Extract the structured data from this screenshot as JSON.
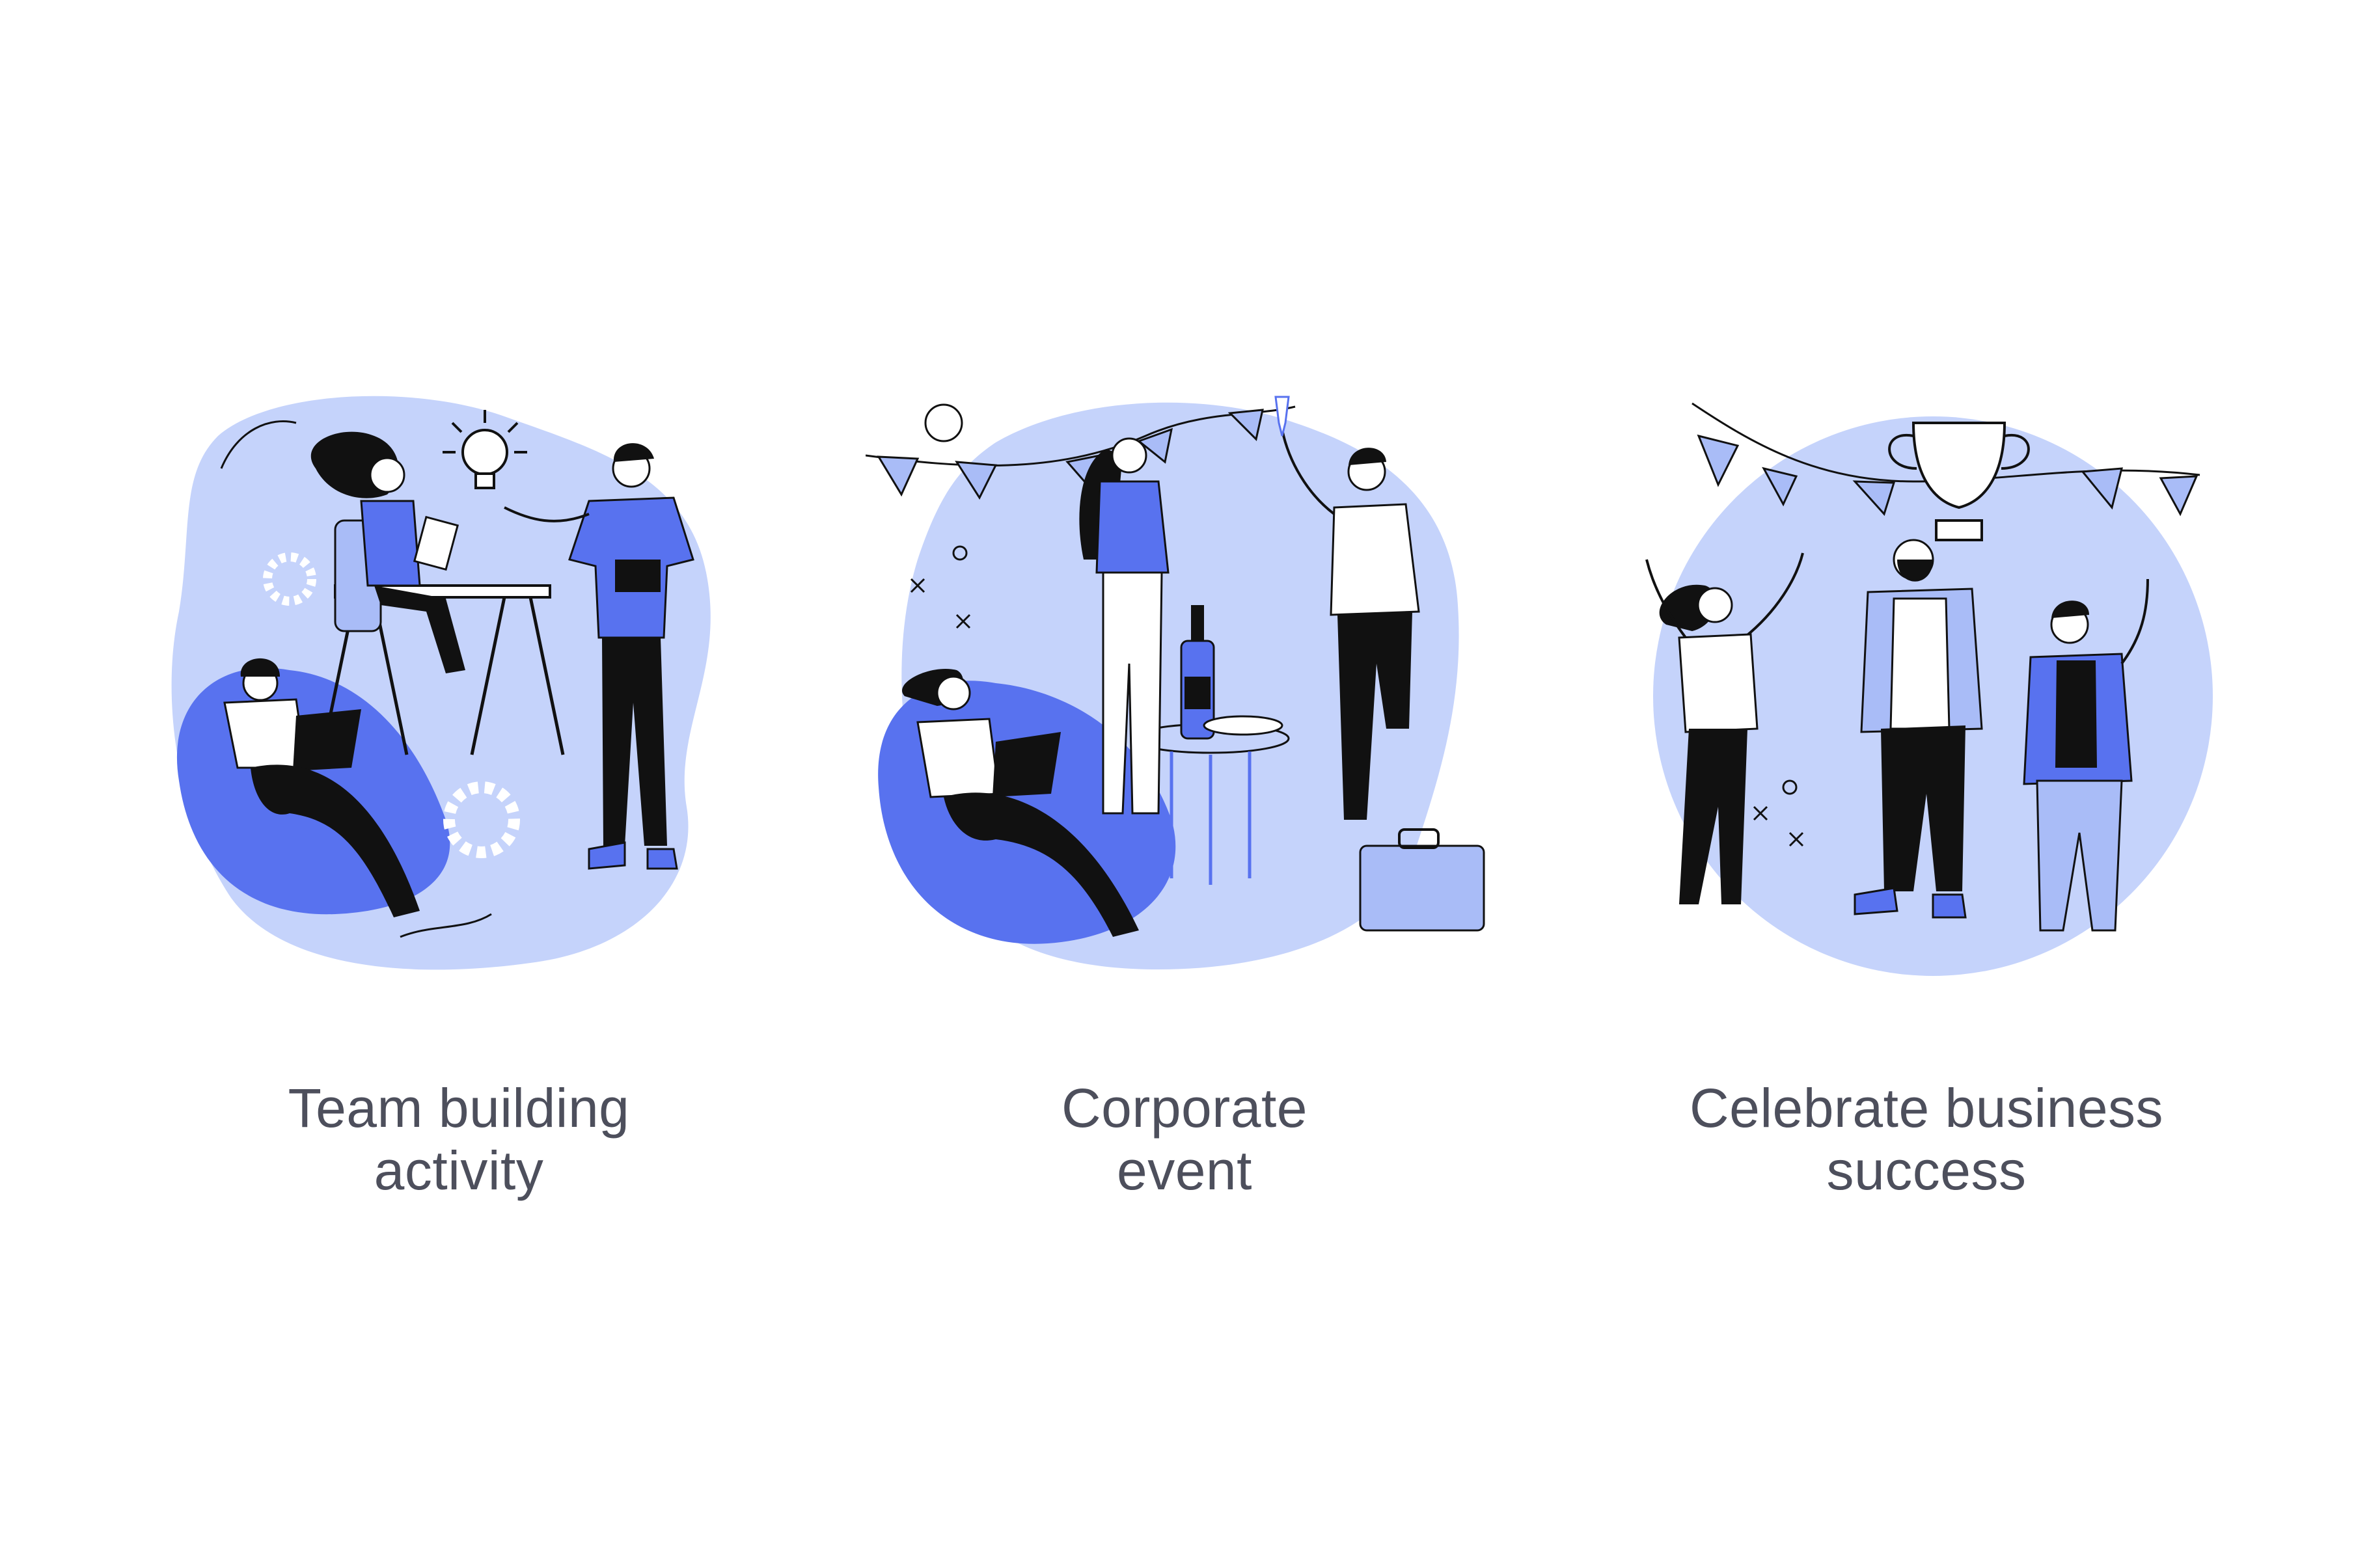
{
  "colors": {
    "blob_light": "#c5d3fb",
    "accent_blue": "#5872ef",
    "ink": "#111111",
    "caption_text": "#4d4f5c",
    "background": "#ffffff"
  },
  "illustrations": [
    {
      "caption_line1": "Team building",
      "caption_line2": "activity",
      "icon": "team-building-scene"
    },
    {
      "caption_line1": "Corporate",
      "caption_line2": "event",
      "icon": "corporate-event-scene"
    },
    {
      "caption_line1": "Celebrate business",
      "caption_line2": "success",
      "icon": "celebration-trophy-scene"
    }
  ]
}
